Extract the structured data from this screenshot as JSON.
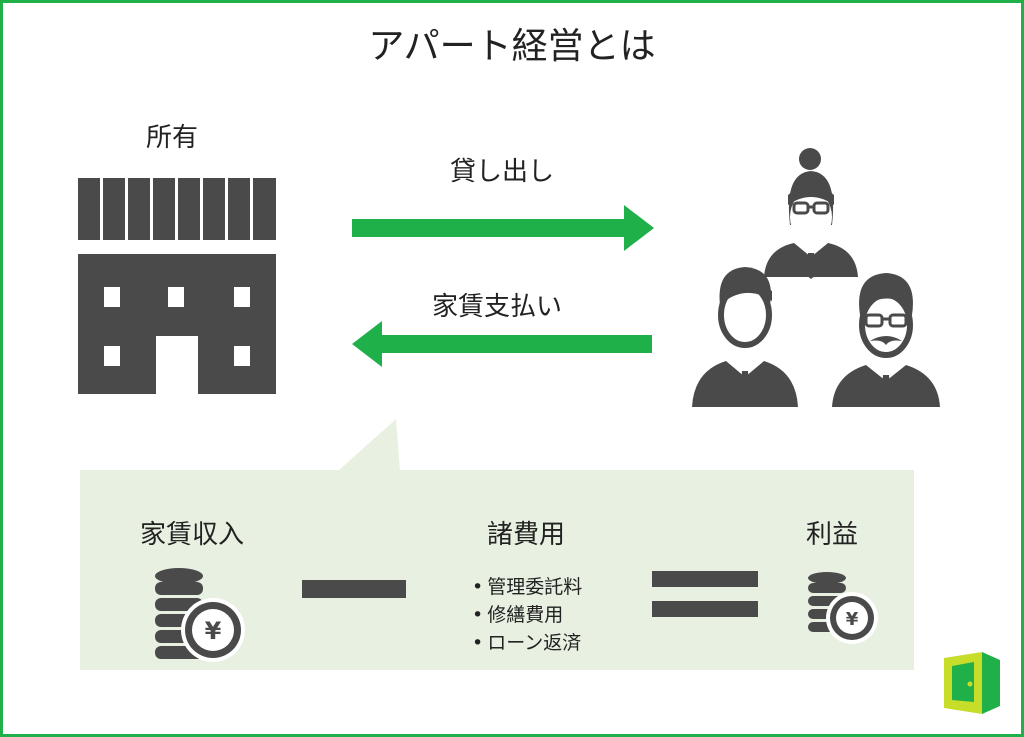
{
  "title": "アパート経営とは",
  "owner_label": "所有",
  "lend_label": "貸し出し",
  "rent_payment_label": "家賃支払い",
  "income_label": "家賃収入",
  "expenses_label": "諸費用",
  "expense_items": [
    "管理委託料",
    "修繕費用",
    "ローン返済"
  ],
  "profit_label": "利益",
  "yen_symbol": "¥",
  "icons": [
    "building-icon",
    "people-icon",
    "coin-stack-icon",
    "logo-icon"
  ],
  "colors": {
    "accent_green": "#1fb04a",
    "dark_gray": "#4a4a4a",
    "panel_green": "#e8f1e1",
    "logo_yellow": "#c8dc2a"
  }
}
